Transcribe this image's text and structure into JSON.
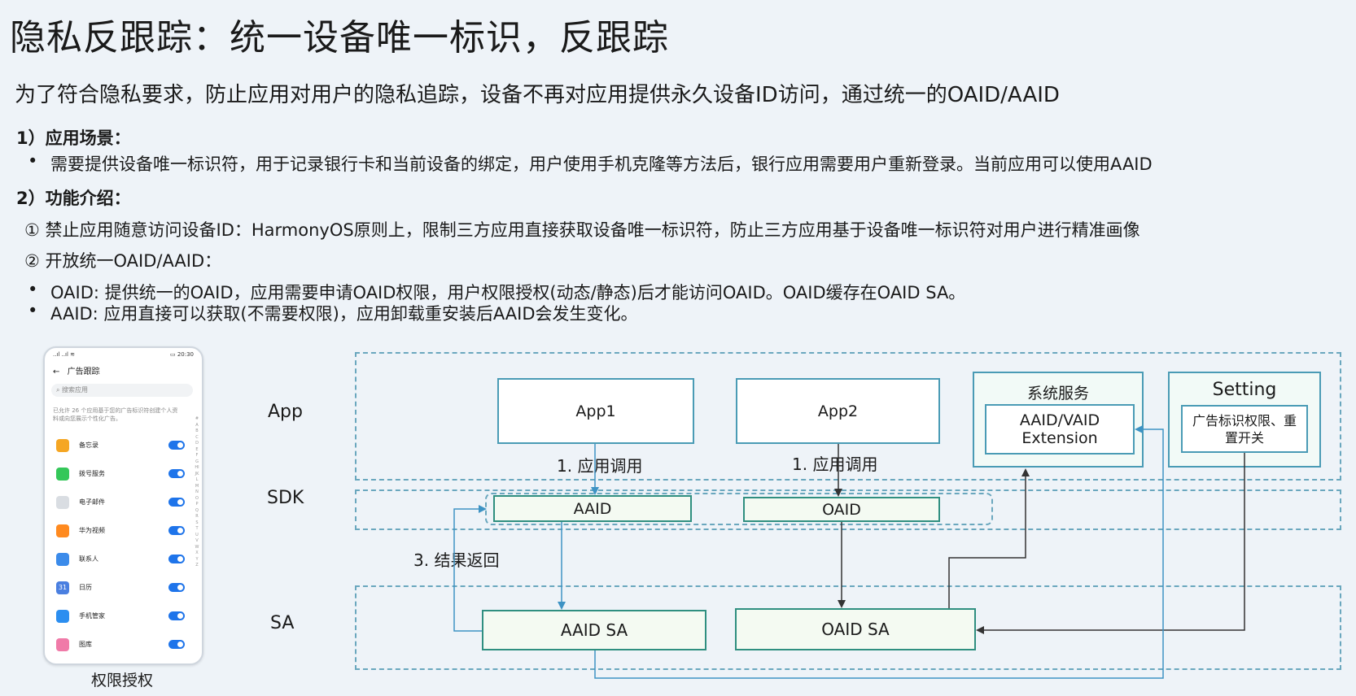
{
  "slide": {
    "title": "隐私反跟踪：统一设备唯一标识，反跟踪",
    "subtitle": "为了符合隐私要求，防止应用对用户的隐私追踪，设备不再对应用提供永久设备ID访问，通过统一的OAID/AAID",
    "section1_heading": "1）应用场景：",
    "section1_bullet": "需要提供设备唯一标识符，用于记录银行卡和当前设备的绑定，用户使用手机克隆等方法后，银行应用需要用户重新登录。当前应用可以使用AAID",
    "section2_heading": "2）功能介绍：",
    "item1": "① 禁止应用随意访问设备ID：HarmonyOS原则上，限制三方应用直接获取设备唯一标识符，防止三方应用基于设备唯一标识符对用户进行精准画像",
    "item2": "② 开放统一OAID/AAID：",
    "bullet_oaid": "OAID: 提供统一的OAID，应用需要申请OAID权限，用户权限授权(动态/静态)后才能访问OAID。OAID缓存在OAID SA。",
    "bullet_aaid": "AAID:  应用直接可以获取(不需要权限)，应用卸载重安装后AAID会发生变化。"
  },
  "phone": {
    "status_left": "..ıl ..ıl ≋",
    "status_right": "▭ 20:30",
    "header_title": "广告跟踪",
    "search_placeholder": "搜索应用",
    "description": "已允许 26 个应用基于您的广告标识符创建个人资料或向您展示个性化广告。",
    "index_letters": "#ABCDEFGHIJKLMNOPQRSTUVWXYZ",
    "apps": [
      {
        "name": "备忘录",
        "icon_color": "#f5a623",
        "icon": "memo-icon",
        "enabled": true
      },
      {
        "name": "拨号服务",
        "icon_color": "#34c759",
        "icon": "phone-icon",
        "enabled": true
      },
      {
        "name": "电子邮件",
        "icon_color": "#d9dde2",
        "icon": "mail-icon",
        "enabled": true
      },
      {
        "name": "华为视频",
        "icon_color": "#ff8a1f",
        "icon": "video-icon",
        "enabled": true
      },
      {
        "name": "联系人",
        "icon_color": "#3b8bea",
        "icon": "contacts-icon",
        "enabled": true
      },
      {
        "name": "日历",
        "icon_color": "#4a7fe0",
        "icon": "calendar-icon",
        "icon_text": "31",
        "enabled": true
      },
      {
        "name": "手机管家",
        "icon_color": "#2c8ef0",
        "icon": "shield-icon",
        "enabled": true
      },
      {
        "name": "图库",
        "icon_color": "#f07aa8",
        "icon": "gallery-icon",
        "enabled": true
      }
    ],
    "caption": "权限授权"
  },
  "diagram": {
    "layers": {
      "app": "App",
      "sdk": "SDK",
      "sa": "SA"
    },
    "nodes": {
      "app1": "App1",
      "app2": "App2",
      "system_service": "系统服务",
      "aaid_vaid_ext": "AAID/VAID Extension",
      "setting": "Setting",
      "ad_permission": "广告标识权限、重置开关",
      "aaid": "AAID",
      "oaid": "OAID",
      "aaid_sa": "AAID SA",
      "oaid_sa": "OAID SA"
    },
    "edge_labels": {
      "app1_call": "1. 应用调用",
      "app2_call": "1. 应用调用",
      "result_return": "3. 结果返回"
    },
    "colors": {
      "layer_border": "#6aa7be",
      "blue_arrow": "#3e93c4",
      "dark_arrow": "#333333"
    }
  }
}
